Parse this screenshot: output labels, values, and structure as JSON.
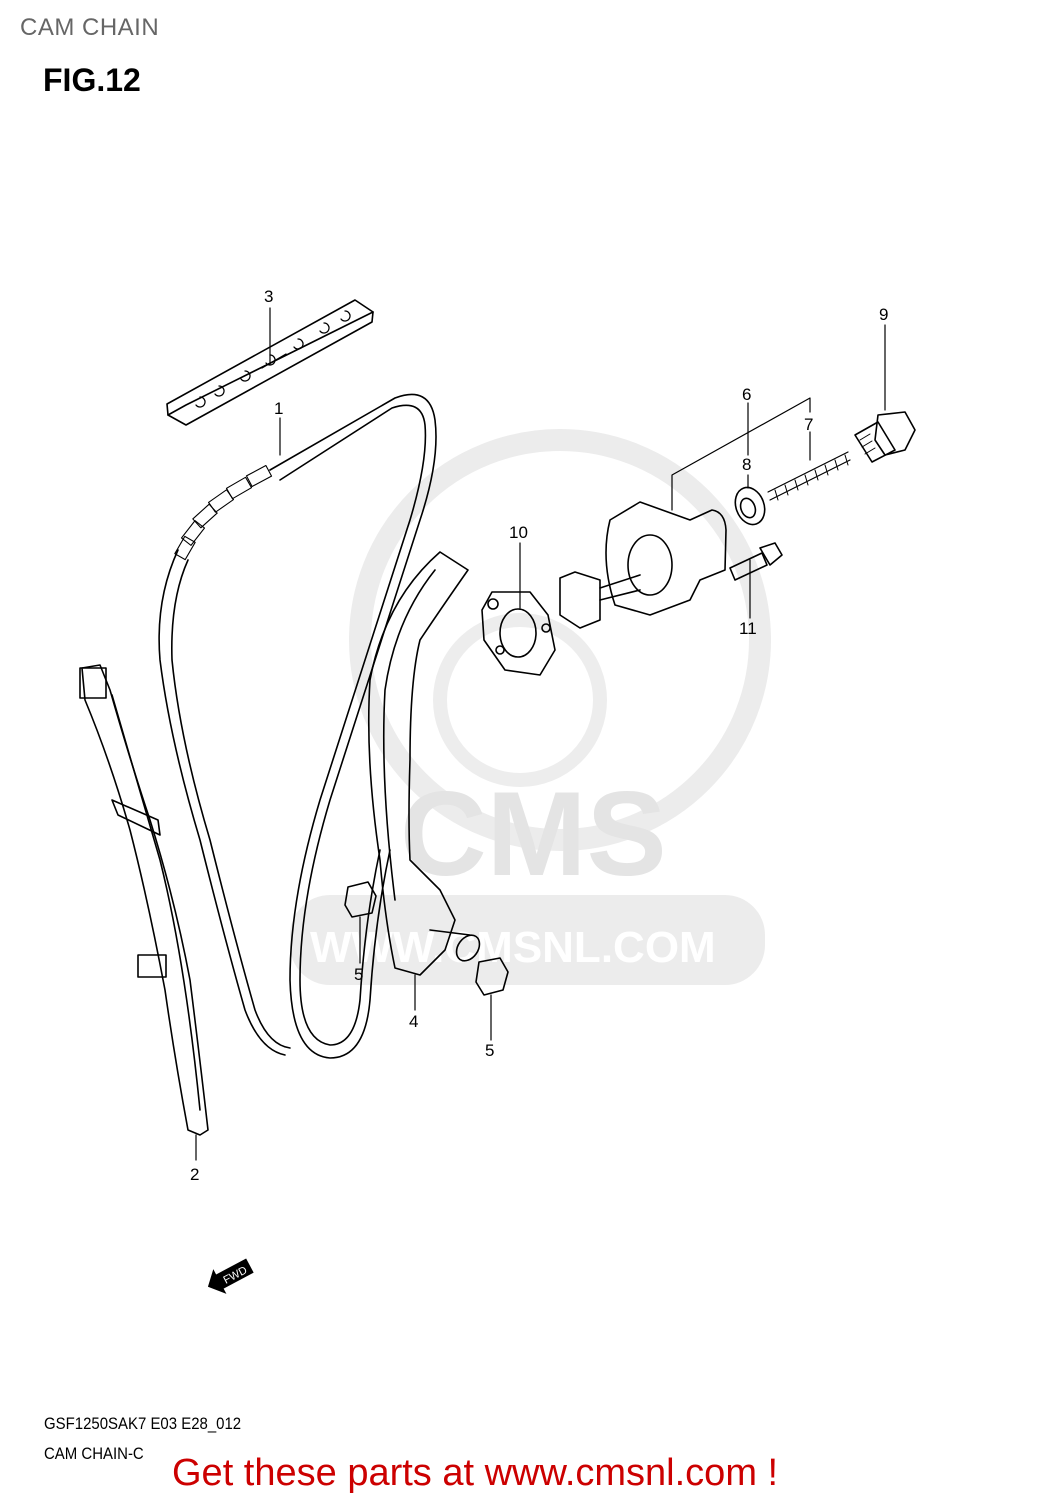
{
  "header": {
    "title": "CAM CHAIN"
  },
  "figure": {
    "label": "FIG.12"
  },
  "watermark": {
    "logo_text": "CMS",
    "url_text": "WWW.CMSNL.COM",
    "color": "#e4e4e4"
  },
  "parts": [
    {
      "ref": "1",
      "name": "cam-chain"
    },
    {
      "ref": "2",
      "name": "cam-chain-guide-left"
    },
    {
      "ref": "3",
      "name": "cam-chain-guide-top"
    },
    {
      "ref": "4",
      "name": "cam-chain-tensioner-arm"
    },
    {
      "ref": "5",
      "name": "cushion"
    },
    {
      "ref": "5",
      "name": "cushion"
    },
    {
      "ref": "6",
      "name": "tensioner-adjuster-assy"
    },
    {
      "ref": "7",
      "name": "spring"
    },
    {
      "ref": "8",
      "name": "washer"
    },
    {
      "ref": "9",
      "name": "bolt"
    },
    {
      "ref": "10",
      "name": "gasket"
    },
    {
      "ref": "11",
      "name": "bolt"
    }
  ],
  "direction_marker": {
    "label": "FWD"
  },
  "footer": {
    "code": "GSF1250SAK7 E03 E28_012",
    "name": "CAM CHAIN-C",
    "promo": "Get these parts at www.cmsnl.com !",
    "promo_color": "#cc0000"
  }
}
